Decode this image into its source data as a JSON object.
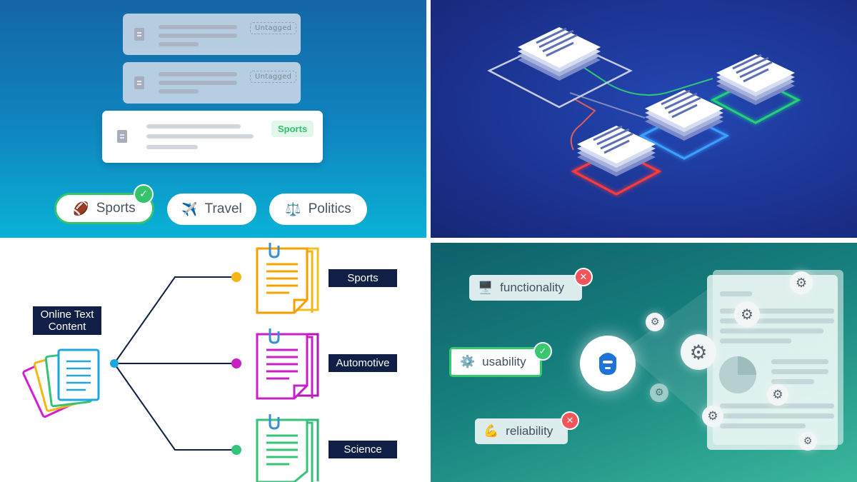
{
  "panel1": {
    "cards": [
      {
        "badge": "Untagged"
      },
      {
        "badge": "Untagged"
      },
      {
        "badge": "Sports"
      }
    ],
    "pills": [
      {
        "emoji": "🏈",
        "label": "Sports",
        "selected": true
      },
      {
        "emoji": "✈️",
        "label": "Travel",
        "selected": false
      },
      {
        "emoji": "⚖️",
        "label": "Politics",
        "selected": false
      }
    ],
    "check_glyph": "✓"
  },
  "panel3": {
    "source_label": "Online Text\nContent",
    "categories": [
      {
        "label": "Sports",
        "color": "#f5b514"
      },
      {
        "label": "Automotive",
        "color": "#c81fc8"
      },
      {
        "label": "Science",
        "color": "#33c47a"
      }
    ]
  },
  "panel4": {
    "tags": [
      {
        "emoji": "🖥️",
        "label": "functionality",
        "status": "rejected"
      },
      {
        "emoji": "⚙️",
        "label": "usability",
        "status": "accepted"
      },
      {
        "emoji": "💪",
        "label": "reliability",
        "status": "rejected"
      }
    ],
    "x_glyph": "✕",
    "check_glyph": "✓",
    "gear_glyph": "⚙"
  },
  "colors": {
    "accent_green": "#33c46c",
    "reject_red": "#f0555a",
    "navy_label": "#0f1f45"
  }
}
